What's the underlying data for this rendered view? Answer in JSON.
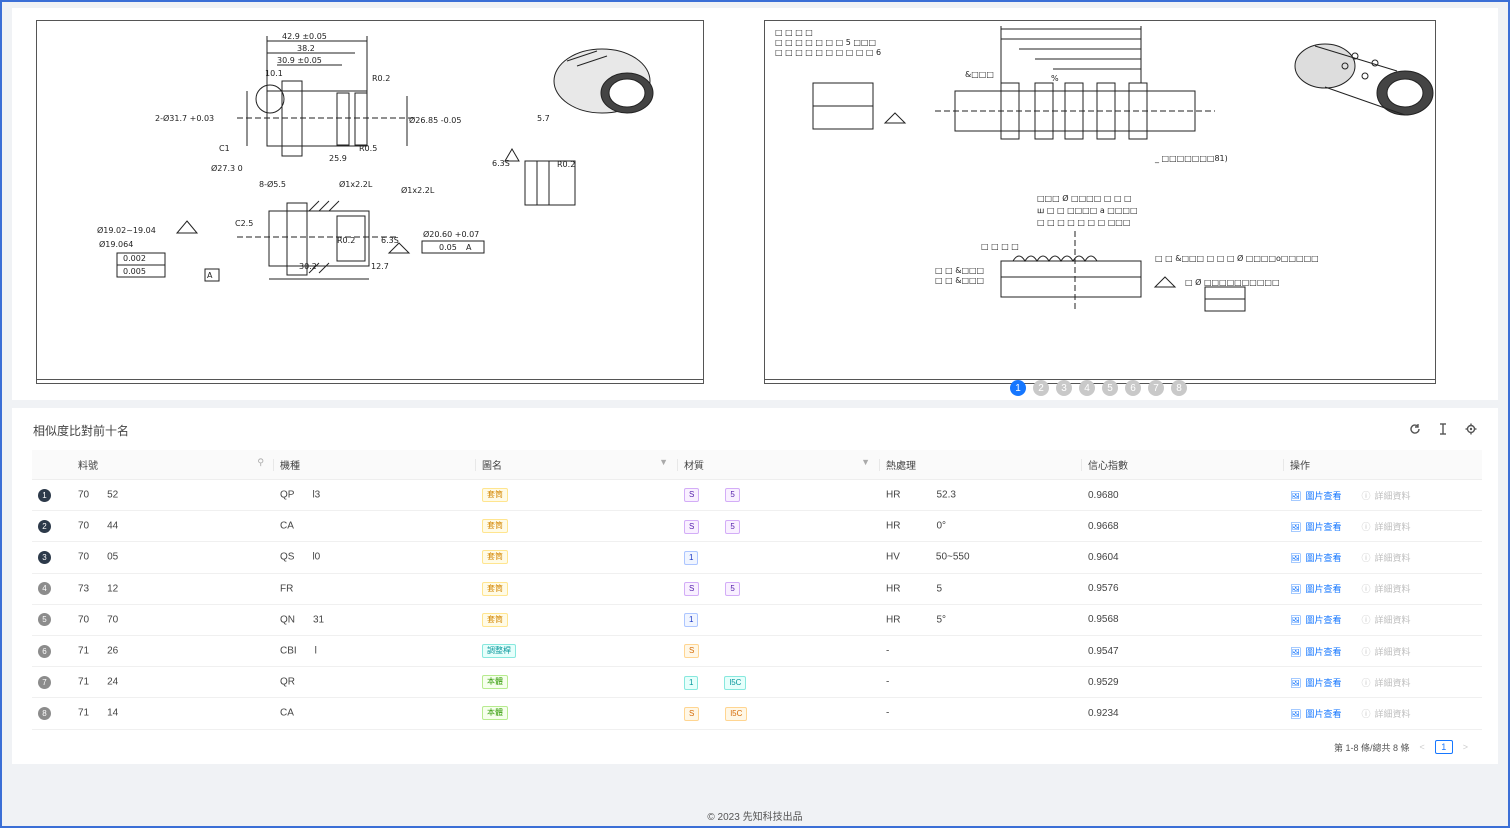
{
  "viewer": {
    "carousel": {
      "pages": [
        "1",
        "2",
        "3",
        "4",
        "5",
        "6",
        "7",
        "8"
      ],
      "active": "1"
    }
  },
  "results": {
    "title": "相似度比對前十名",
    "toolbar": {
      "reload_icon": "reload-icon",
      "column_height_icon": "column-height-icon",
      "settings_icon": "settings-icon"
    },
    "columns": [
      "料號",
      "機種",
      "圖名",
      "材質",
      "熱處理",
      "信心指數",
      "操作"
    ],
    "rows": [
      {
        "rank": "1",
        "part_a": "70",
        "part_b": "52",
        "type_a": "QP",
        "type_b": "l3",
        "name_tag": "套筒",
        "name_color": "gold",
        "mat_a": "S",
        "mat_b": "5",
        "mat_color": "purple",
        "heat_a": "HR",
        "heat_b": "52.3",
        "confidence": "0.9680"
      },
      {
        "rank": "2",
        "part_a": "70",
        "part_b": "44",
        "type_a": "CA",
        "type_b": "",
        "name_tag": "套筒",
        "name_color": "gold",
        "mat_a": "S",
        "mat_b": "5",
        "mat_color": "purple",
        "heat_a": "HR",
        "heat_b": "0°",
        "confidence": "0.9668"
      },
      {
        "rank": "3",
        "part_a": "70",
        "part_b": "05",
        "type_a": "QS",
        "type_b": "l0",
        "name_tag": "套筒",
        "name_color": "gold",
        "mat_a": "1",
        "mat_b": "",
        "mat_color": "blue",
        "heat_a": "HV",
        "heat_b": "50~550",
        "confidence": "0.9604"
      },
      {
        "rank": "4",
        "part_a": "73",
        "part_b": "12",
        "type_a": "FR",
        "type_b": "",
        "name_tag": "套筒",
        "name_color": "gold",
        "mat_a": "S",
        "mat_b": "5",
        "mat_color": "purple",
        "heat_a": "HR",
        "heat_b": "5",
        "confidence": "0.9576"
      },
      {
        "rank": "5",
        "part_a": "70",
        "part_b": "70",
        "type_a": "QN",
        "type_b": "31",
        "name_tag": "套筒",
        "name_color": "gold",
        "mat_a": "1",
        "mat_b": "",
        "mat_color": "blue",
        "heat_a": "HR",
        "heat_b": "5°",
        "confidence": "0.9568"
      },
      {
        "rank": "6",
        "part_a": "71",
        "part_b": "26",
        "type_a": "CBI",
        "type_b": "l",
        "name_tag": "調整桿",
        "name_color": "cyan",
        "mat_a": "S",
        "mat_b": "",
        "mat_color": "orange",
        "heat_a": "-",
        "heat_b": "",
        "confidence": "0.9547"
      },
      {
        "rank": "7",
        "part_a": "71",
        "part_b": "24",
        "type_a": "QR",
        "type_b": "",
        "name_tag": "本體",
        "name_color": "green",
        "mat_a": "1",
        "mat_b": "l5C",
        "mat_color": "cyan",
        "heat_a": "-",
        "heat_b": "",
        "confidence": "0.9529"
      },
      {
        "rank": "8",
        "part_a": "71",
        "part_b": "14",
        "type_a": "CA",
        "type_b": "",
        "name_tag": "本體",
        "name_color": "green",
        "mat_a": "S",
        "mat_b": "l5C",
        "mat_color": "orange",
        "heat_a": "-",
        "heat_b": "",
        "confidence": "0.9234"
      }
    ],
    "actions": {
      "view_label": "圖片查看",
      "view_icon": "picture-icon",
      "detail_label": "詳細資料",
      "detail_icon": "info-circle-icon"
    },
    "pagination": {
      "summary": "第 1-8 條/總共 8 條",
      "current": "1",
      "prev": "<",
      "next": ">"
    }
  },
  "footer": {
    "text": "© 2023 先知科技出品"
  }
}
